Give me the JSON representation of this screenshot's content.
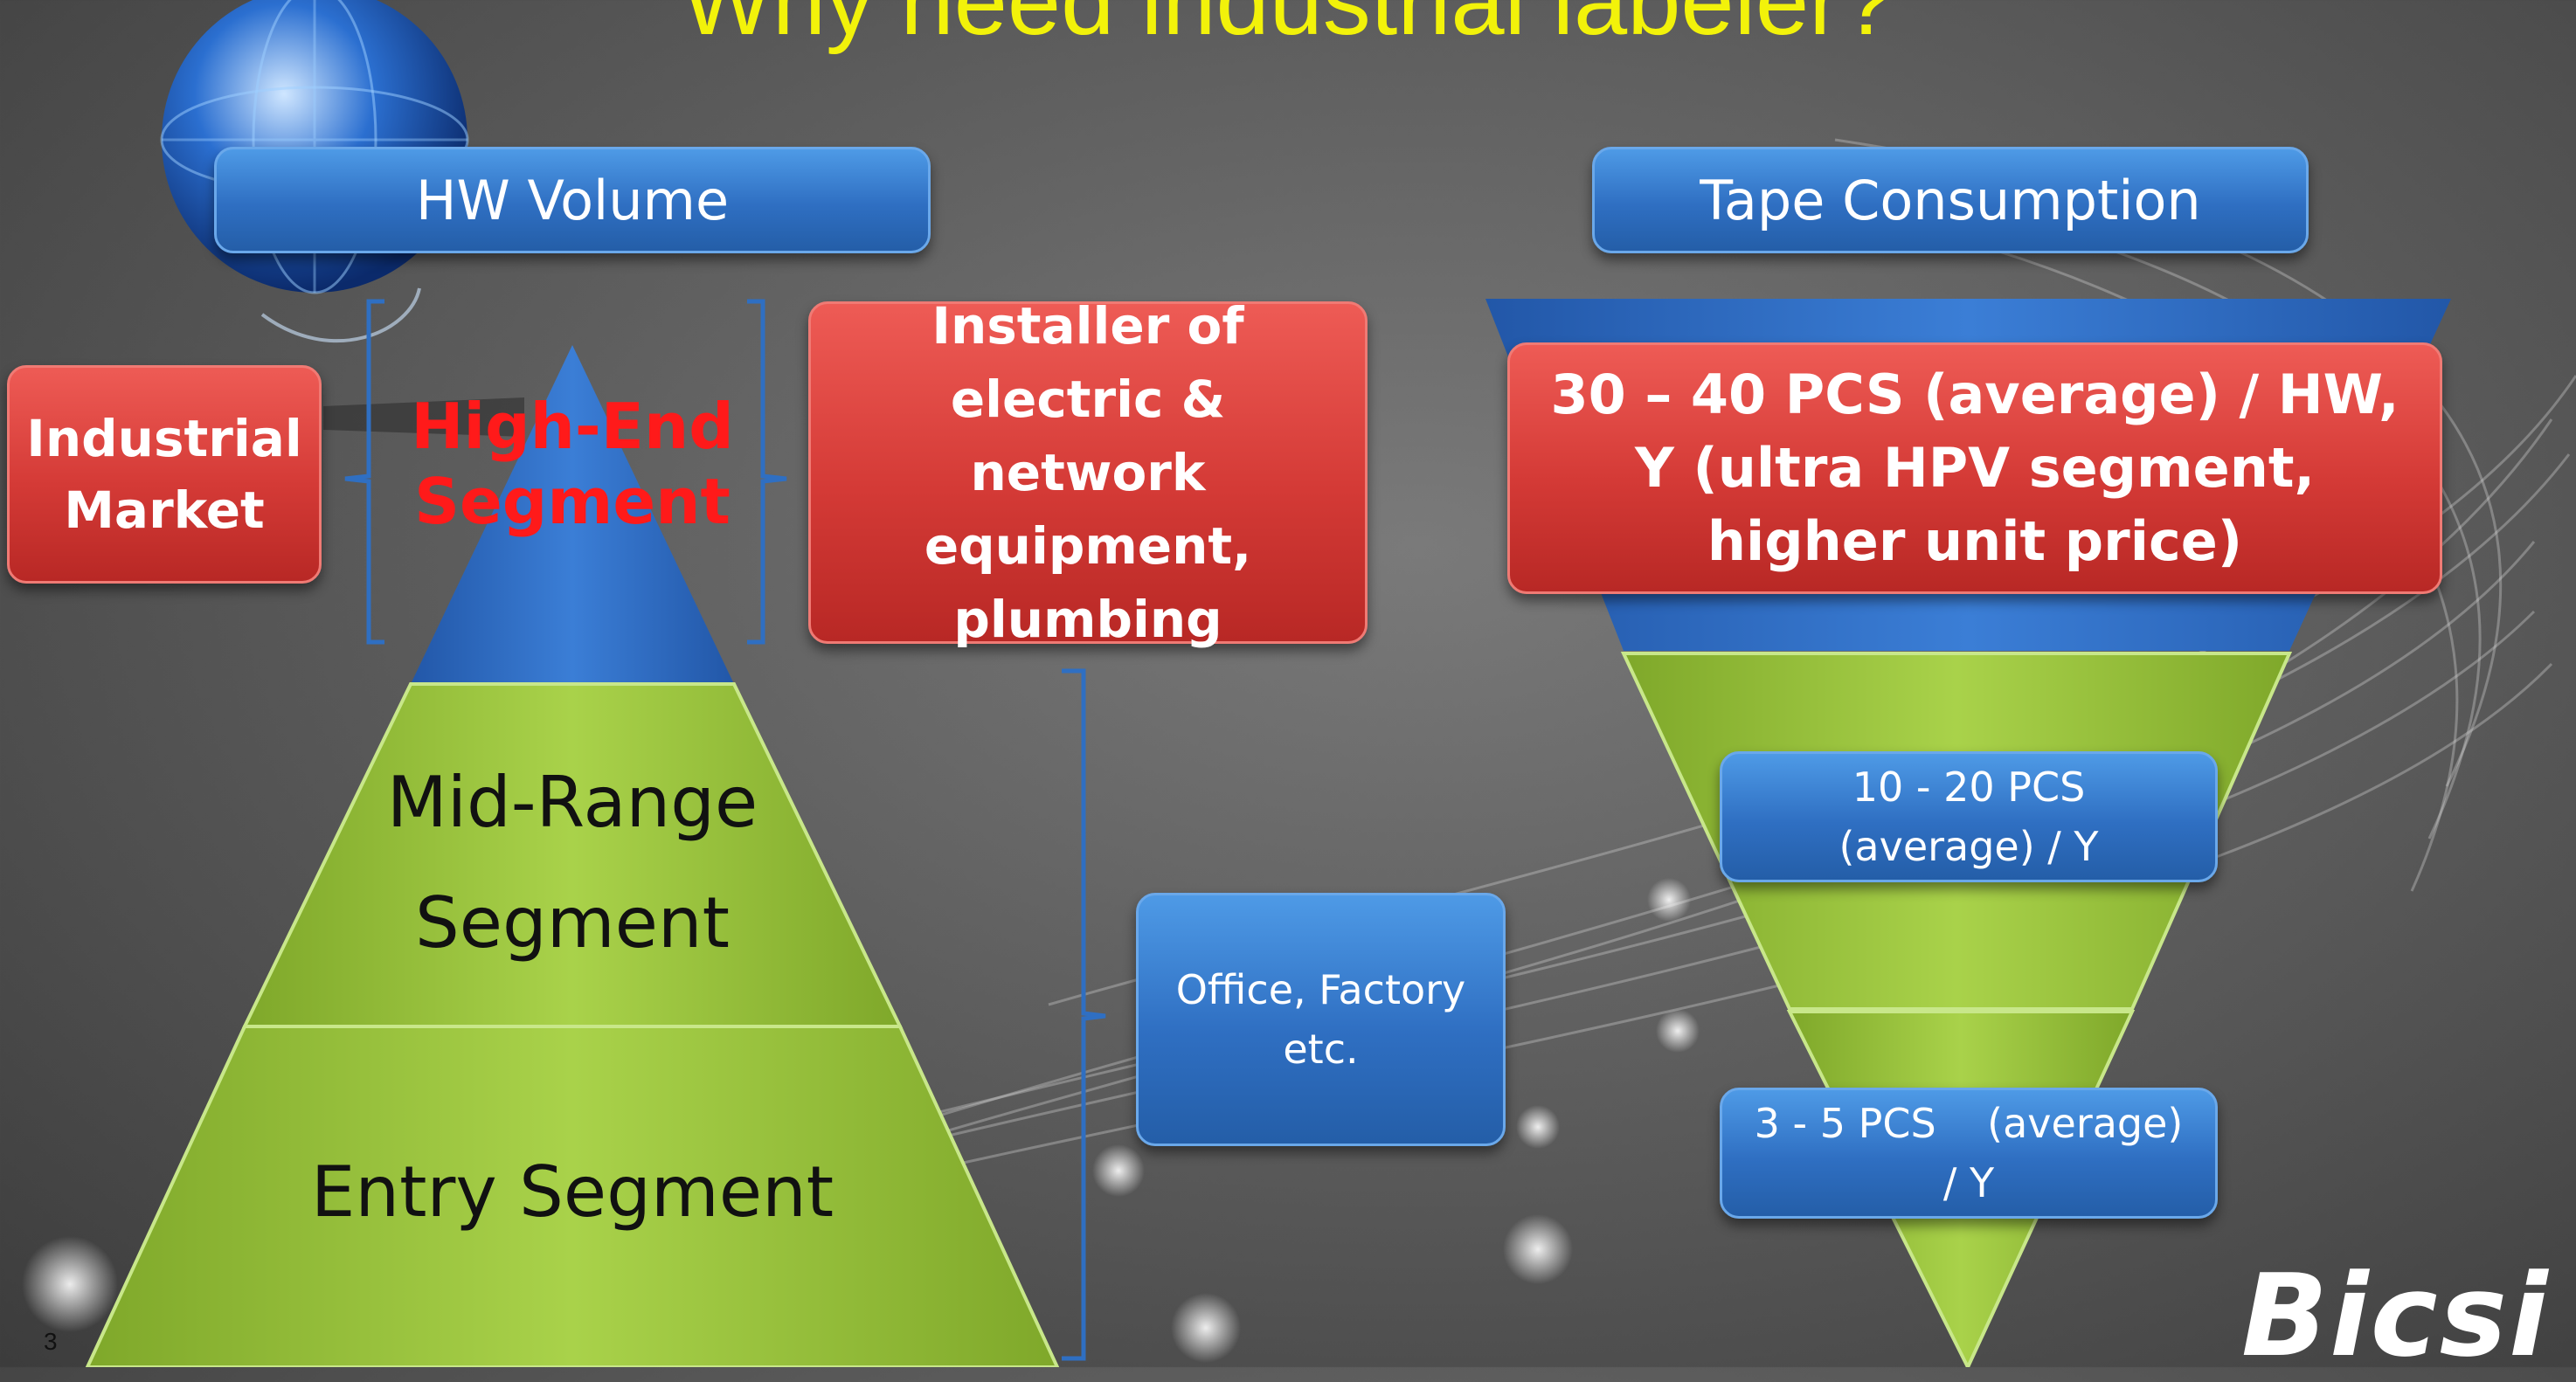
{
  "title": "Why need industrial labeler?",
  "slide_number": "3",
  "logo_text": "Bicsi",
  "left": {
    "header": "HW Volume",
    "market_label": "Industrial Market",
    "pyramid": {
      "top": "High-End Segment",
      "middle": "Mid-Range Segment",
      "bottom": "Entry Segment"
    },
    "high_end_users": "Installer of electric & network equipment, plumbing",
    "other_users": "Office, Factory etc."
  },
  "right": {
    "header": "Tape Consumption",
    "tier_top": "30 – 40 PCS (average) / HW, Y (ultra HPV segment, higher unit price)",
    "tier_middle": "10 - 20 PCS (average) / Y",
    "tier_bottom": "3 - 5 PCS    (average) / Y"
  },
  "colors": {
    "title": "#f2f20a",
    "blue": "#2f6fc2",
    "red": "#d43a36",
    "green": "#9ccc3c",
    "highlight_text": "#ff1a1a"
  }
}
